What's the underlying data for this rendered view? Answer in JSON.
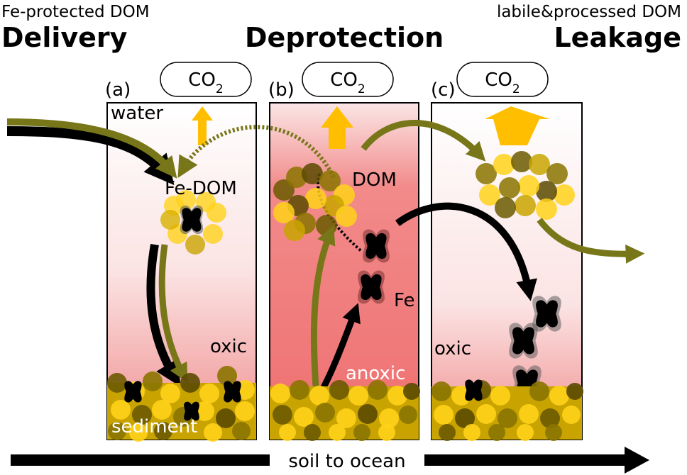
{
  "headers": {
    "left_sub": "Fe-protected DOM",
    "left_title": "Delivery",
    "center_title": "Deprotection",
    "right_sub": "labile&processed DOM",
    "right_title": "Leakage"
  },
  "panels": [
    {
      "letter": "(a)",
      "co2": "CO2"
    },
    {
      "letter": "(b)",
      "co2": "CO2"
    },
    {
      "letter": "(c)",
      "co2": "CO2"
    }
  ],
  "labels": {
    "water": "water",
    "fe_dom": "Fe-DOM",
    "dom": "DOM",
    "fe": "Fe",
    "oxic_a": "oxic",
    "oxic_c": "oxic",
    "anoxic": "anoxic",
    "sediment": "sediment",
    "axis": "soil to ocean"
  },
  "colors": {
    "olive": "#77771a",
    "amber": "#ffbf00",
    "anoxic_red": "#f07777",
    "gold": "#ffd21a",
    "dark_gold": "#6b5a00"
  }
}
